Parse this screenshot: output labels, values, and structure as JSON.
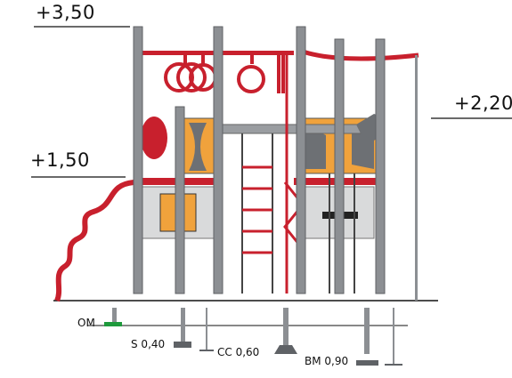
{
  "levels": {
    "top": "+3,50",
    "right": "+2,20",
    "left": "+1,50"
  },
  "foundations": {
    "om": "OM",
    "s": "S 0,40",
    "cc": "CC 0,60",
    "bm": "BM 0,90"
  },
  "colors": {
    "post": "#8c8f93",
    "post_dark": "#5f6266",
    "red": "#c8202d",
    "orange": "#f0a23c",
    "panel": "#d9dadb",
    "green": "#1e9a3c",
    "line": "#111111"
  }
}
